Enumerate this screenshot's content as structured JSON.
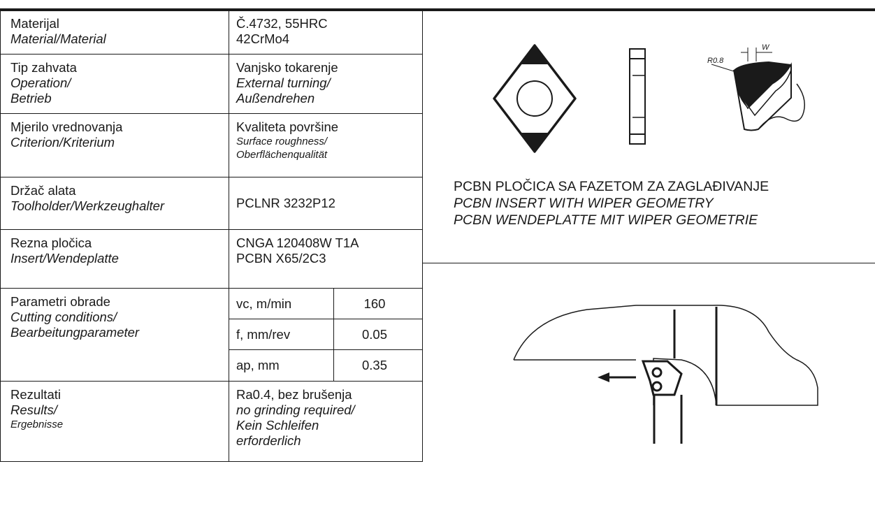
{
  "rows": {
    "material": {
      "label": "Materijal",
      "label_alt": "Material/Material",
      "value1": "Č.4732, 55HRC",
      "value2": "42CrMo4"
    },
    "operation": {
      "label": "Tip zahvata",
      "label_alt1": "Operation/",
      "label_alt2": "Betrieb",
      "value1": "Vanjsko tokarenje",
      "value2": "External turning/",
      "value3": "Außendrehen"
    },
    "criterion": {
      "label": "Mjerilo vrednovanja",
      "label_alt": "Criterion/Kriterium",
      "value1": "Kvaliteta površine",
      "value2": "Surface roughness/",
      "value3": "Oberflächenqualität"
    },
    "toolholder": {
      "label": "Držač alata",
      "label_alt": "Toolholder/Werkzeughalter",
      "value": "PCLNR 3232P12"
    },
    "insert": {
      "label": "Rezna pločica",
      "label_alt": "Insert/Wendeplatte",
      "value1": "CNGA 120408W T1A",
      "value2": "PCBN X65/2C3"
    },
    "params": {
      "label": "Parametri obrade",
      "label_alt1": "Cutting conditions/",
      "label_alt2": "Bearbeitungparameter",
      "vc_label": "vc, m/min",
      "vc_value": "160",
      "f_label": "f, mm/rev",
      "f_value": "0.05",
      "ap_label": "ap, mm",
      "ap_value": "0.35"
    },
    "results": {
      "label": "Rezultati",
      "label_alt1": "Results/",
      "label_alt2": "Ergebnisse",
      "value1": "Ra0.4, bez brušenja",
      "value2": "no grinding required/",
      "value3": "Kein Schleifen",
      "value4": "erforderlich"
    }
  },
  "figure": {
    "dim_radius": "R0.8",
    "dim_wiper": "W",
    "caption1": "PCBN PLOČICA SA FAZETOM ZA ZAGLAĐIVANJE",
    "caption2": "PCBN INSERT WITH WIPER GEOMETRY",
    "caption3": "PCBN WENDEPLATTE MIT WIPER GEOMETRIE"
  }
}
